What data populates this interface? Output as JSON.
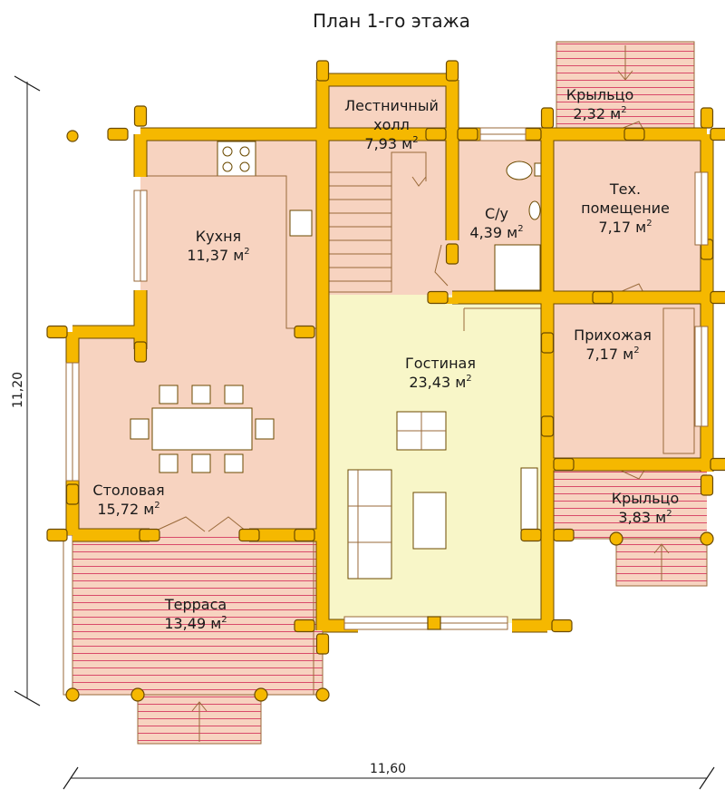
{
  "title": "План 1-го этажа",
  "dimensions": {
    "width": "11,60",
    "height": "11,20"
  },
  "area_unit": "м",
  "area_unit_sup": "2",
  "colors": {
    "wall": "#f5b800",
    "wall_edge": "#6b4a00",
    "room_pink": "#f7d3c0",
    "room_yellow": "#f8f6c8",
    "porch": "#f7d3c0",
    "porch_lines": "#d94a6a"
  },
  "rooms": [
    {
      "id": "stair-hall",
      "name_lines": [
        "Лестничный",
        "холл"
      ],
      "area": "7,93"
    },
    {
      "id": "bathroom",
      "name_lines": [
        "С/у"
      ],
      "area": "4,39"
    },
    {
      "id": "porch-top",
      "name_lines": [
        "Крыльцо"
      ],
      "area": "2,32"
    },
    {
      "id": "tech-room",
      "name_lines": [
        "Тех.",
        "помещение"
      ],
      "area": "7,17"
    },
    {
      "id": "kitchen",
      "name_lines": [
        "Кухня"
      ],
      "area": "11,37"
    },
    {
      "id": "hallway",
      "name_lines": [
        "Прихожая"
      ],
      "area": "7,17"
    },
    {
      "id": "living-room",
      "name_lines": [
        "Гостиная"
      ],
      "area": "23,43"
    },
    {
      "id": "dining-room",
      "name_lines": [
        "Столовая"
      ],
      "area": "15,72"
    },
    {
      "id": "porch-right",
      "name_lines": [
        "Крыльцо"
      ],
      "area": "3,83"
    },
    {
      "id": "terrace",
      "name_lines": [
        "Терраса"
      ],
      "area": "13,49"
    }
  ]
}
